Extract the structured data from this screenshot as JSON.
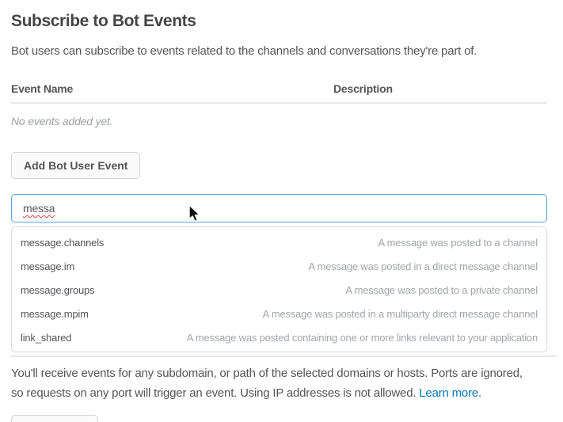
{
  "colors": {
    "heading_text": "#454545",
    "body_text": "#555459",
    "muted_text": "#9ea0a6",
    "link_blue": "#0576b9",
    "input_focus_border": "#58a3d9",
    "spellcheck_underline_red": "#e03c3c",
    "divider_gray": "#e8e8e8",
    "button_background": "#fafafa",
    "button_border": "#d4d4d4"
  },
  "header": {
    "title": "Subscribe to Bot Events",
    "subtitle": "Bot users can subscribe to events related to the channels and conversations they're part of."
  },
  "events_table": {
    "columns": [
      {
        "label": "Event Name"
      },
      {
        "label": "Description"
      }
    ],
    "empty_message": "No events added yet."
  },
  "actions": {
    "add_bot_user_event_label": "Add Bot User Event"
  },
  "event_search": {
    "value": "messa"
  },
  "suggestions": {
    "items": [
      {
        "name": "message.channels",
        "description": "A message was posted to a channel"
      },
      {
        "name": "message.im",
        "description": "A message was posted in a direct message channel"
      },
      {
        "name": "message.groups",
        "description": "A message was posted to a private channel"
      },
      {
        "name": "message.mpim",
        "description": "A message was posted in a multiparty direct message channel"
      },
      {
        "name": "link_shared",
        "description": "A message was posted containing one or more links relevant to your application"
      }
    ]
  },
  "footer_note": {
    "text": "You'll receive events for any subdomain, or path of the selected domains or hosts. Ports are ignored, so requests on any port will trigger an event. Using IP addresses is not allowed.",
    "link_label": "Learn more."
  }
}
